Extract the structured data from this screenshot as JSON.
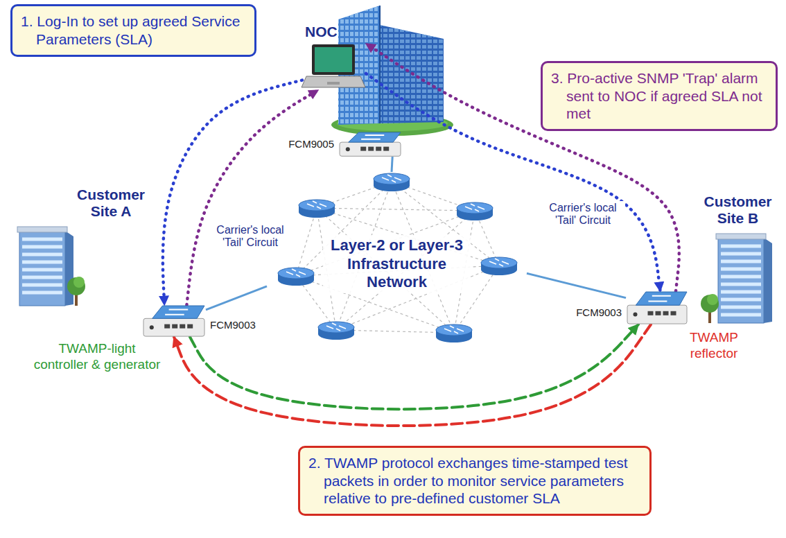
{
  "diagram": {
    "nodes": [
      {
        "text": [
          "NOC"
        ]
      },
      {
        "text": [
          "FCM9005"
        ]
      },
      {
        "text": [
          "Customer Site A"
        ]
      },
      {
        "text": [
          "FCM9003",
          "TWAMP-light controller & generator"
        ]
      },
      {
        "text": [
          "Layer-2 or Layer-3 Infrastructure Network"
        ]
      },
      {
        "text": [
          "Customer Site B"
        ]
      },
      {
        "text": [
          "FCM9003",
          "TWAMP reflector"
        ]
      },
      {
        "text": [
          "1. Log-In to set up agreed Service Parameters (SLA)"
        ]
      },
      {
        "text": [
          "2. TWAMP protocol exchanges time-stamped test packets in order to monitor service parameters relative to pre-defined customer SLA"
        ]
      },
      {
        "text": [
          "3. Pro-active SNMP 'Trap' alarm sent to NOC if agreed SLA not met"
        ]
      }
    ],
    "edges": [
      {
        "from": 0,
        "to": 3,
        "arrow": "to"
      },
      {
        "from": 3,
        "to": 0,
        "arrow": "to"
      },
      {
        "from": 0,
        "to": 6,
        "arrow": "to"
      },
      {
        "from": 6,
        "to": 0,
        "arrow": "to"
      },
      {
        "from": 3,
        "to": 6,
        "arrow": "to"
      },
      {
        "from": 6,
        "to": 3,
        "arrow": "to"
      },
      {
        "from": 3,
        "to": 4,
        "arrow": "none",
        "label": "Carrier's local 'Tail' Circuit"
      },
      {
        "from": 6,
        "to": 4,
        "arrow": "none",
        "label": "Carrier's local 'Tail' Circuit"
      },
      {
        "from": 1,
        "to": 4,
        "arrow": "none"
      }
    ]
  }
}
